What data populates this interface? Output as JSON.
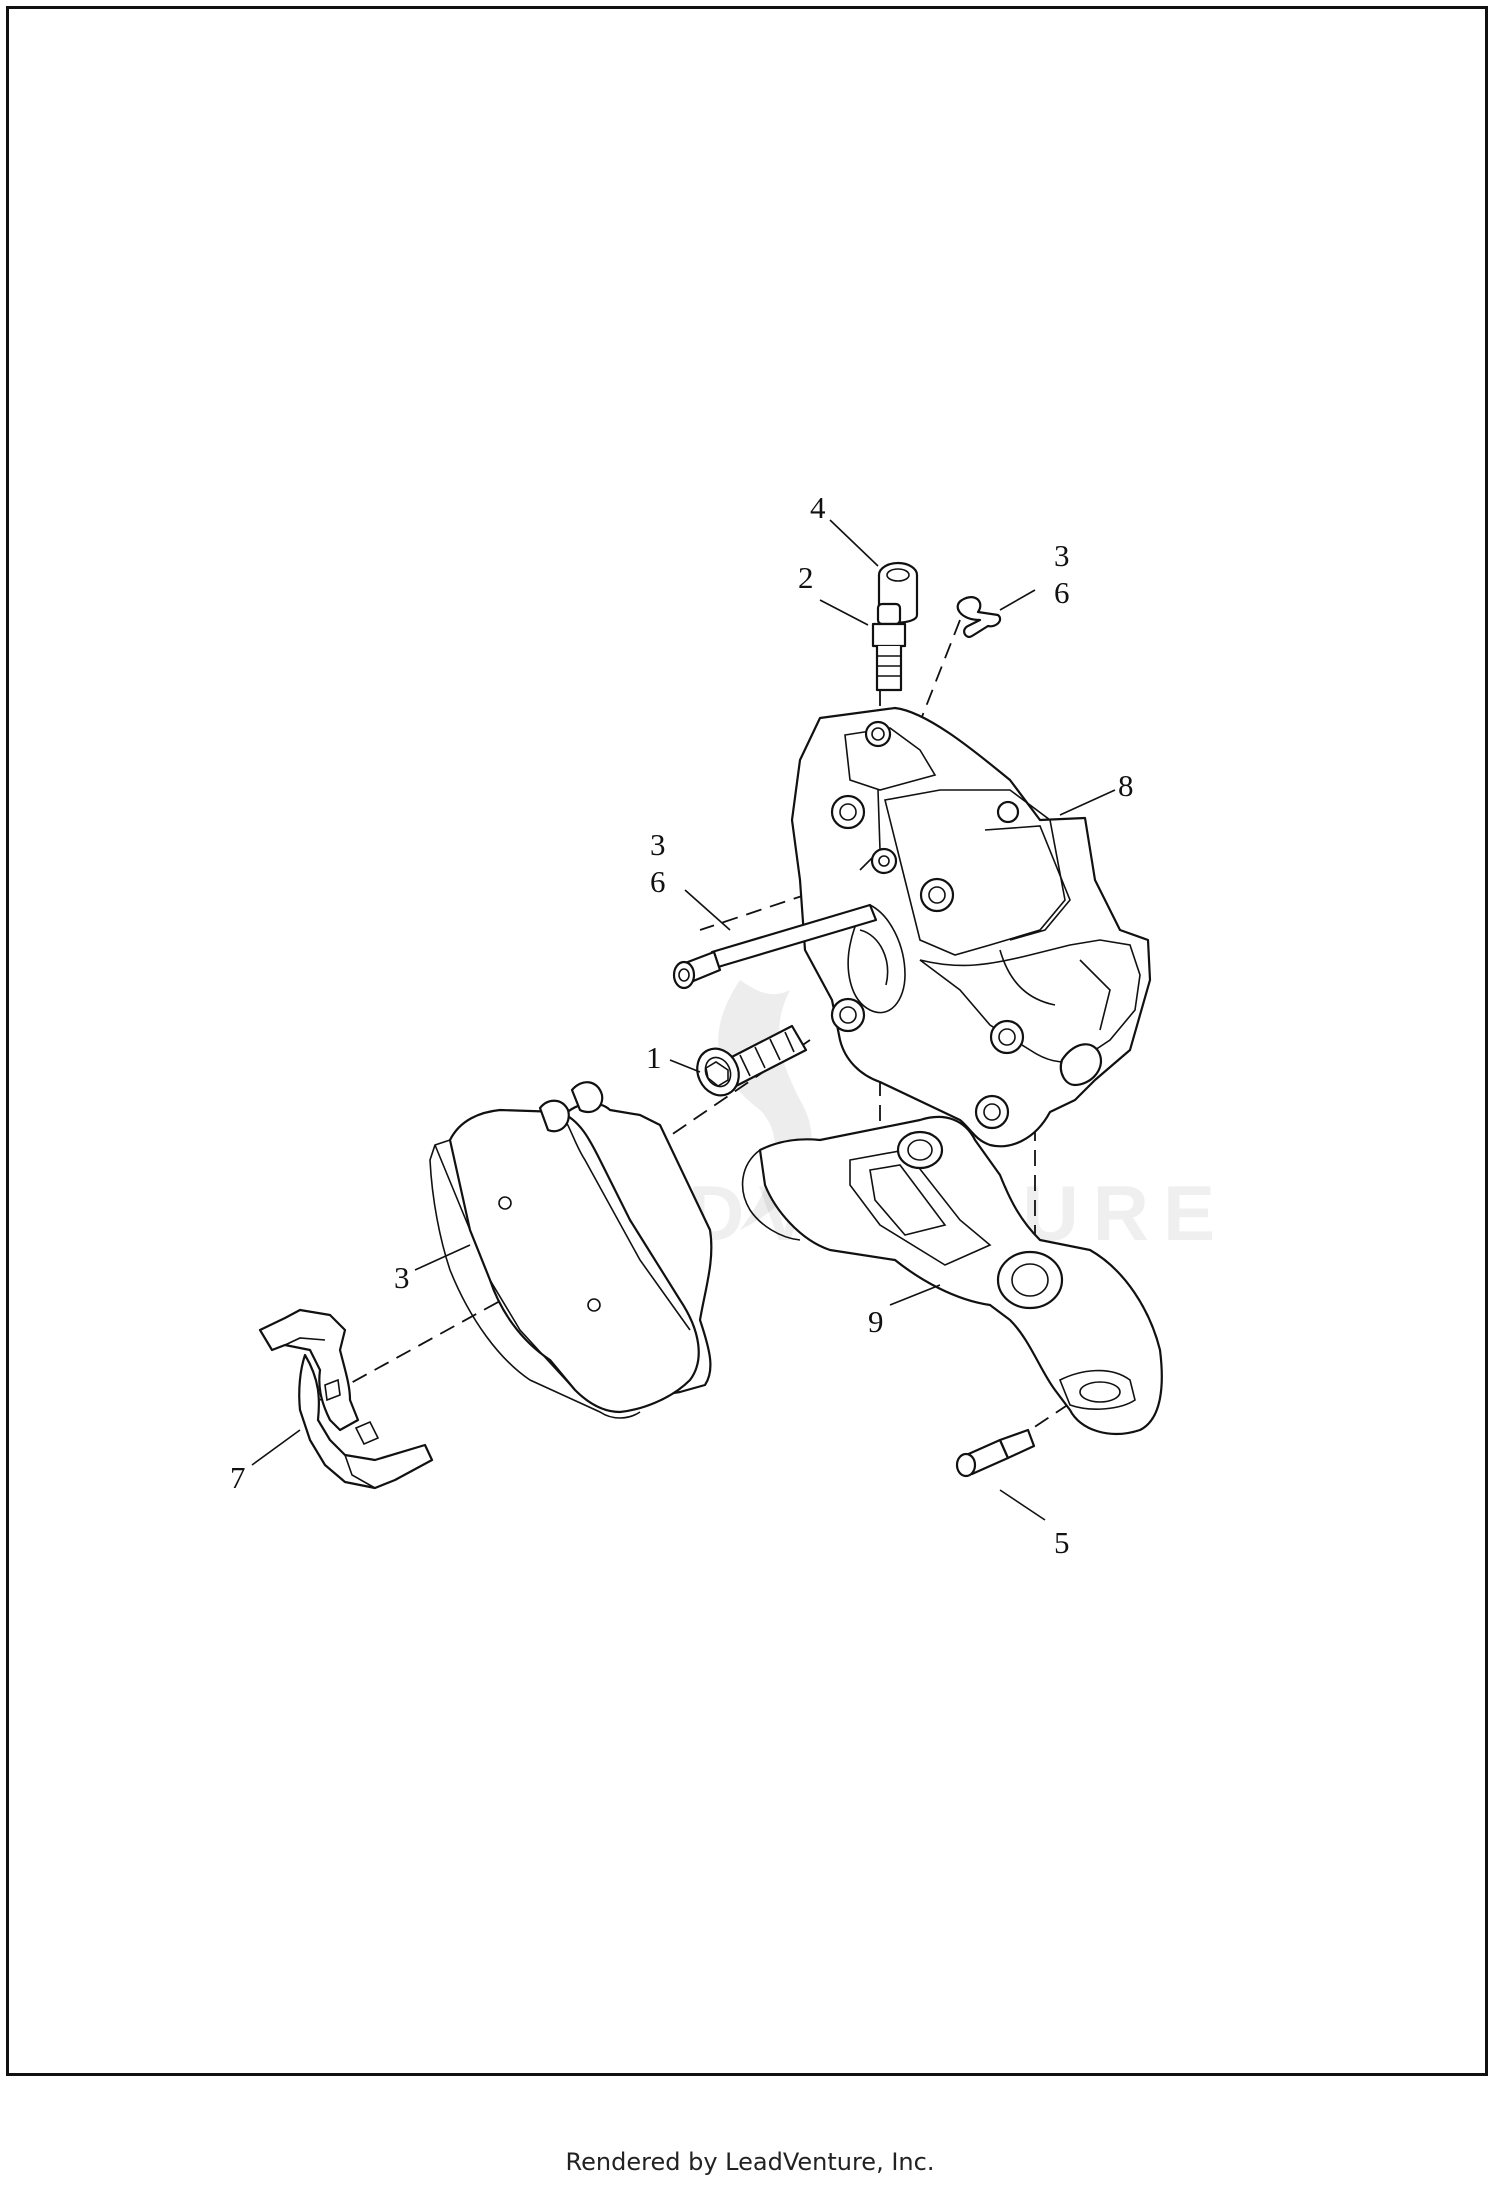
{
  "callouts": [
    {
      "id": "c4",
      "text": "4"
    },
    {
      "id": "c2",
      "text": "2"
    },
    {
      "id": "c3a",
      "text": "3"
    },
    {
      "id": "c6a",
      "text": "6"
    },
    {
      "id": "c8",
      "text": "8"
    },
    {
      "id": "c3b",
      "text": "3"
    },
    {
      "id": "c6b",
      "text": "6"
    },
    {
      "id": "c1",
      "text": "1"
    },
    {
      "id": "c3c",
      "text": "3"
    },
    {
      "id": "c9",
      "text": "9"
    },
    {
      "id": "c7",
      "text": "7"
    },
    {
      "id": "c5",
      "text": "5"
    }
  ],
  "watermark": {
    "text": "LEADVENTURE"
  },
  "footer": {
    "text": "Rendered by LeadVenture, Inc."
  }
}
